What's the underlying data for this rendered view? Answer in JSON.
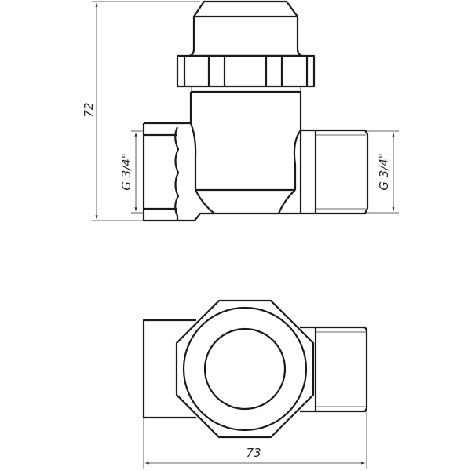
{
  "drawing": {
    "dimensions": {
      "height": "72",
      "width": "73",
      "inlet_thread": "G 3/4\"",
      "outlet_thread": "G 3/4\""
    },
    "views": [
      "front-view",
      "top-view"
    ]
  }
}
